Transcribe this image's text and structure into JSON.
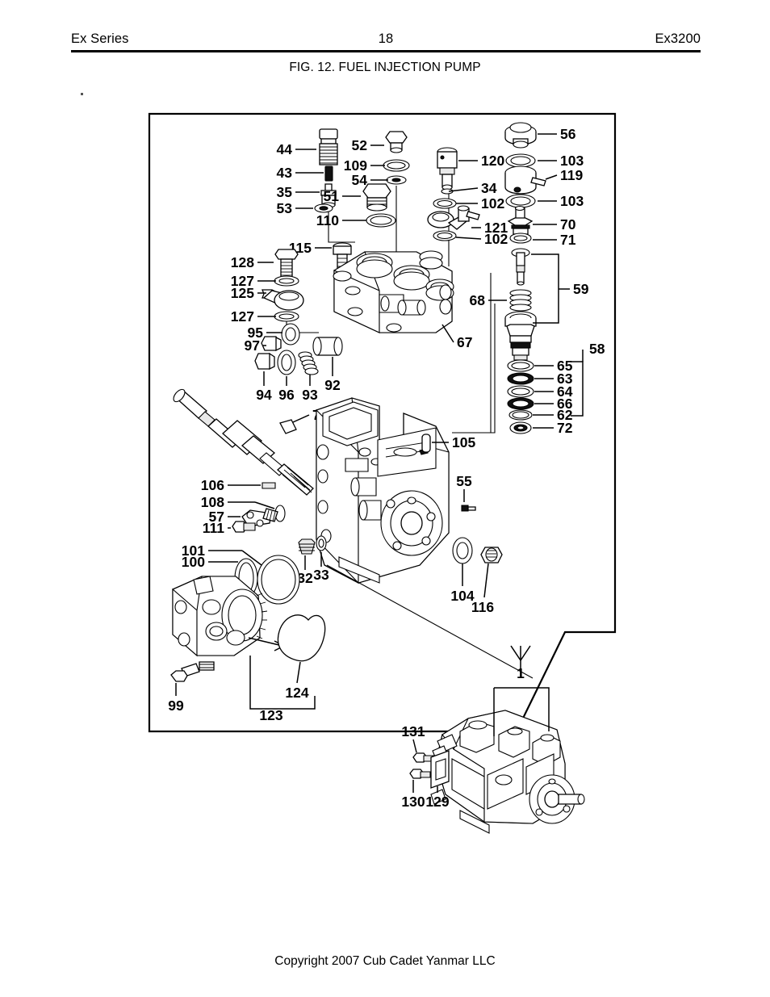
{
  "header": {
    "left": "Ex Series",
    "page_number": "18",
    "right": "Ex3200"
  },
  "figure": {
    "title": "FIG. 12. FUEL INJECTION PUMP"
  },
  "footer": {
    "copyright": "Copyright 2007 Cub Cadet Yanmar LLC"
  },
  "callouts": {
    "c44": "44",
    "c43": "43",
    "c35": "35",
    "c53": "53",
    "c52": "52",
    "c109": "109",
    "c54": "54",
    "c51": "51",
    "c110": "110",
    "c115": "115",
    "c128": "128",
    "c127a": "127",
    "c125": "125",
    "c127b": "127",
    "c95": "95",
    "c97": "97",
    "c94": "94",
    "c96": "96",
    "c93": "93",
    "c92": "92",
    "c56": "56",
    "c120": "120",
    "c103a": "103",
    "c119": "119",
    "c34": "34",
    "c102a": "102",
    "c103b": "103",
    "c121": "121",
    "c102b": "102",
    "c70": "70",
    "c71": "71",
    "c68": "68",
    "c59": "59",
    "c58": "58",
    "c65": "65",
    "c63": "63",
    "c64": "64",
    "c66": "66",
    "c62": "62",
    "c72": "72",
    "c67": "67",
    "c7": "7",
    "c105": "105",
    "c55": "55",
    "c106": "106",
    "c108": "108",
    "c57": "57",
    "c111": "111",
    "c101": "101",
    "c100": "100",
    "c32": "32",
    "c33": "33",
    "c104": "104",
    "c116": "116",
    "c99": "99",
    "c124": "124",
    "c123": "123",
    "c1": "1",
    "c131": "131",
    "c130": "130",
    "c129": "129"
  }
}
